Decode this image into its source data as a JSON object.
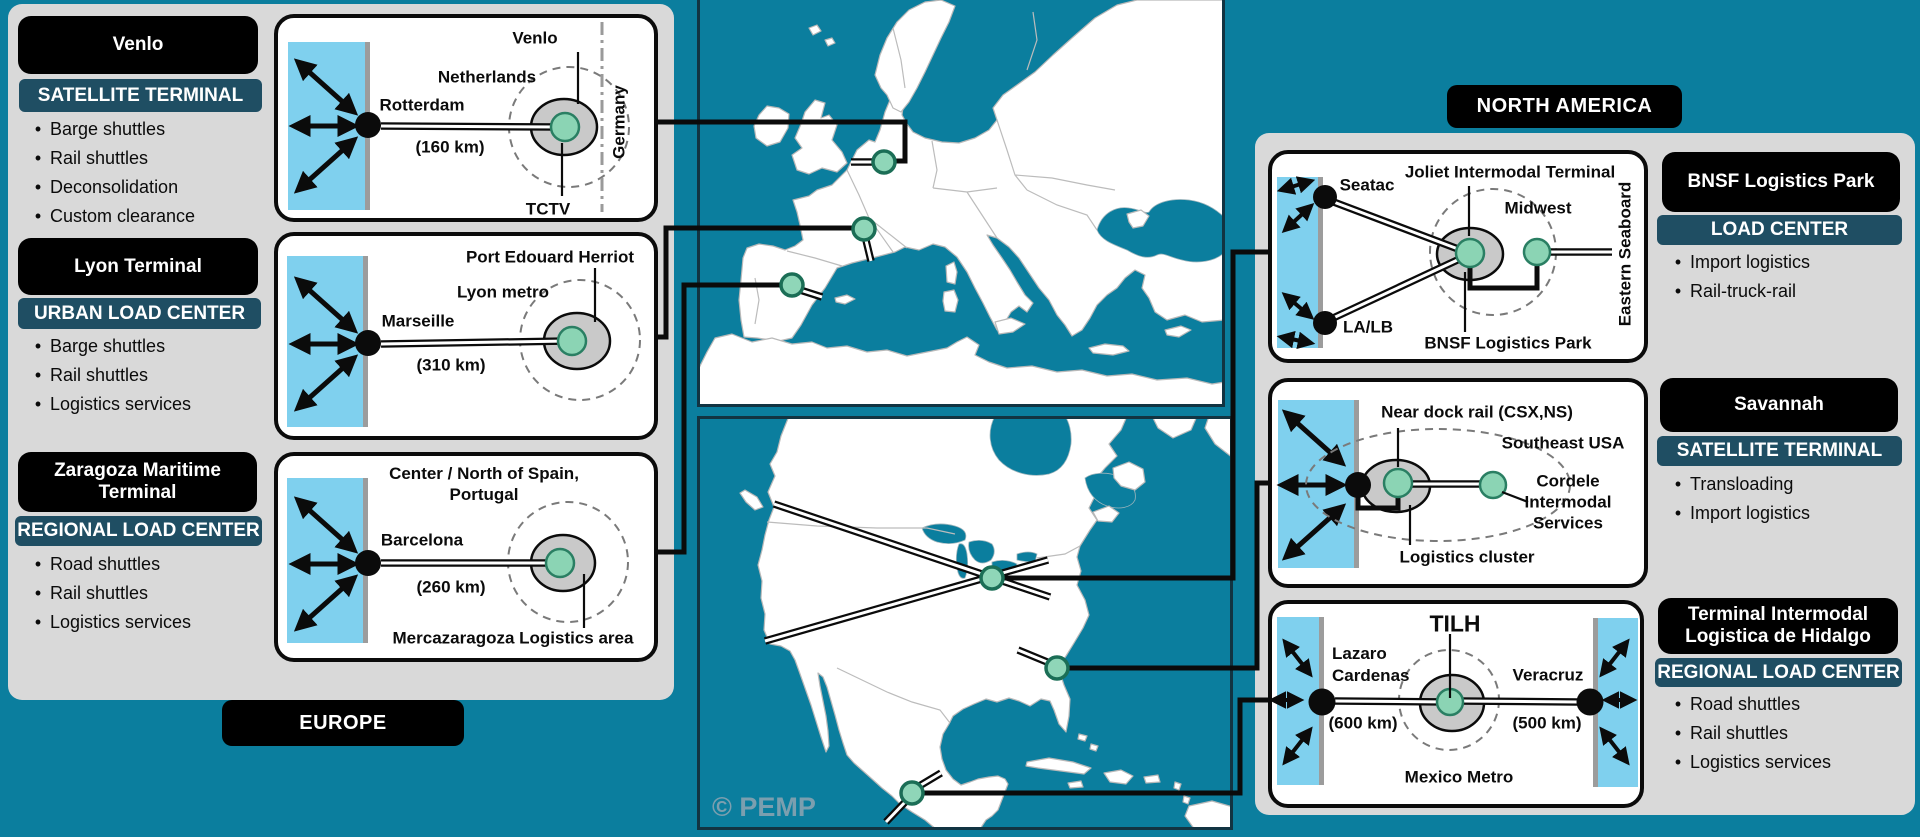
{
  "regions": {
    "europe": "EUROPE",
    "north_america": "NORTH AMERICA"
  },
  "watermark": "© PEMP",
  "europe": {
    "terminals": [
      {
        "title": "Venlo",
        "badge": "SATELLITE TERMINAL",
        "bullets": [
          "Barge shuttles",
          "Rail shuttles",
          "Deconsolidation",
          "Custom clearance"
        ]
      },
      {
        "title": "Lyon Terminal",
        "badge": "URBAN LOAD CENTER",
        "bullets": [
          "Barge shuttles",
          "Rail shuttles",
          "Logistics services"
        ]
      },
      {
        "title": "Zaragoza Maritime Terminal",
        "badge": "REGIONAL LOAD CENTER",
        "bullets": [
          "Road shuttles",
          "Rail shuttles",
          "Logistics services"
        ]
      }
    ],
    "diagrams": [
      {
        "port": "Rotterdam",
        "distance": "(160 km)",
        "country": "Netherlands",
        "city": "Venlo",
        "terminal": "TCTV",
        "border": "Germany"
      },
      {
        "port": "Marseille",
        "distance": "(310 km)",
        "metro": "Lyon metro",
        "terminal": "Port Edouard Herriot"
      },
      {
        "port": "Barcelona",
        "distance": "(260 km)",
        "region": "Center / North of Spain, Portugal",
        "terminal": "Mercazaragoza Logistics area"
      }
    ]
  },
  "north_america": {
    "terminals": [
      {
        "title": "BNSF Logistics Park",
        "badge": "LOAD CENTER",
        "bullets": [
          "Import logistics",
          "Rail-truck-rail"
        ]
      },
      {
        "title": "Savannah",
        "badge": "SATELLITE TERMINAL",
        "bullets": [
          "Transloading",
          "Import logistics"
        ]
      },
      {
        "title": "Terminal Intermodal Logistica de Hidalgo",
        "badge": "REGIONAL LOAD CENTER",
        "bullets": [
          "Road shuttles",
          "Rail shuttles",
          "Logistics services"
        ]
      }
    ],
    "diagrams": [
      {
        "port_top": "Seatac",
        "port_bottom": "LA/LB",
        "terminal": "Joliet Intermodal Terminal",
        "market": "Midwest",
        "park": "BNSF Logistics Park",
        "seaboard": "Eastern Seaboard"
      },
      {
        "rail": "Near dock rail (CSX,NS)",
        "region": "Southeast USA",
        "partner": "Cordele Intermodal Services",
        "cluster": "Logistics cluster"
      },
      {
        "terminal": "TILH",
        "port_left": "Lazaro Cardenas",
        "dist_left": "(600 km)",
        "port_right": "Veracruz",
        "dist_right": "(500 km)",
        "metro": "Mexico Metro"
      }
    ]
  }
}
